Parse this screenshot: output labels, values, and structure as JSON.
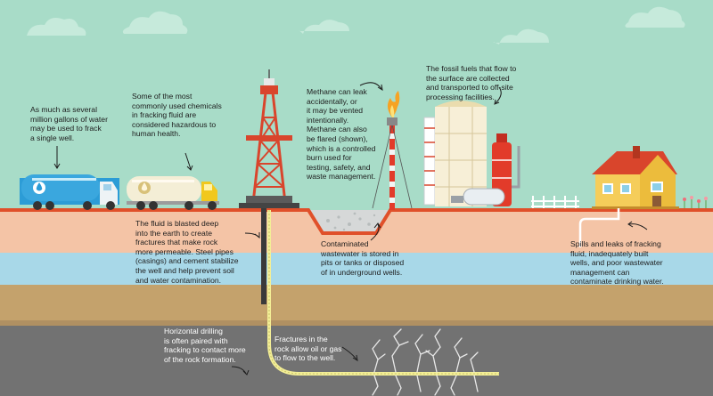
{
  "captions": {
    "water": "As much as several\nmillion gallons of water\nmay be used to frack\na single well.",
    "chemicals": "Some of the most\ncommonly used chemicals\nin fracking fluid are\nconsidered hazardous to\nhuman health.",
    "methane": "Methane can leak\naccidentally, or\nit may be vented\nintentionally.\nMethane can also\nbe flared (shown),\nwhich is a controlled\nburn used for\ntesting, safety, and\nwaste management.",
    "fossil_fuels": "The fossil fuels that flow to\nthe surface are collected\nand transported to off-site\nprocessing facilities.",
    "fluid": "The fluid is blasted deep\ninto the earth to create\nfractures that make rock\nmore permeable. Steel pipes\n(casings) and cement stabilize\nthe well and help prevent soil\nand water contamination.",
    "wastewater": "Contaminated\nwastewater is stored in\npits or tanks or disposed\nof in underground wells.",
    "spills": "Spills and leaks of fracking\nfluid, inadequately built\nwells, and poor wastewater\nmanagement can\ncontaminate drinking water.",
    "horizontal": "Horizontal drilling\nis often paired with\nfracking to contact more\nof the rock formation.",
    "fractures": "Fractures in the\nrock allow oil or gas\nto flow to the well."
  },
  "colors": {
    "sky": "#a8dcc8",
    "ground_line": "#e0502a",
    "topsoil": "#f4c4a6",
    "aquifer": "#a8d8e8",
    "rock_brown": "#c4a26c",
    "shale": "#727272",
    "pipe": "#f3ee96",
    "rig": "#d9452c"
  }
}
